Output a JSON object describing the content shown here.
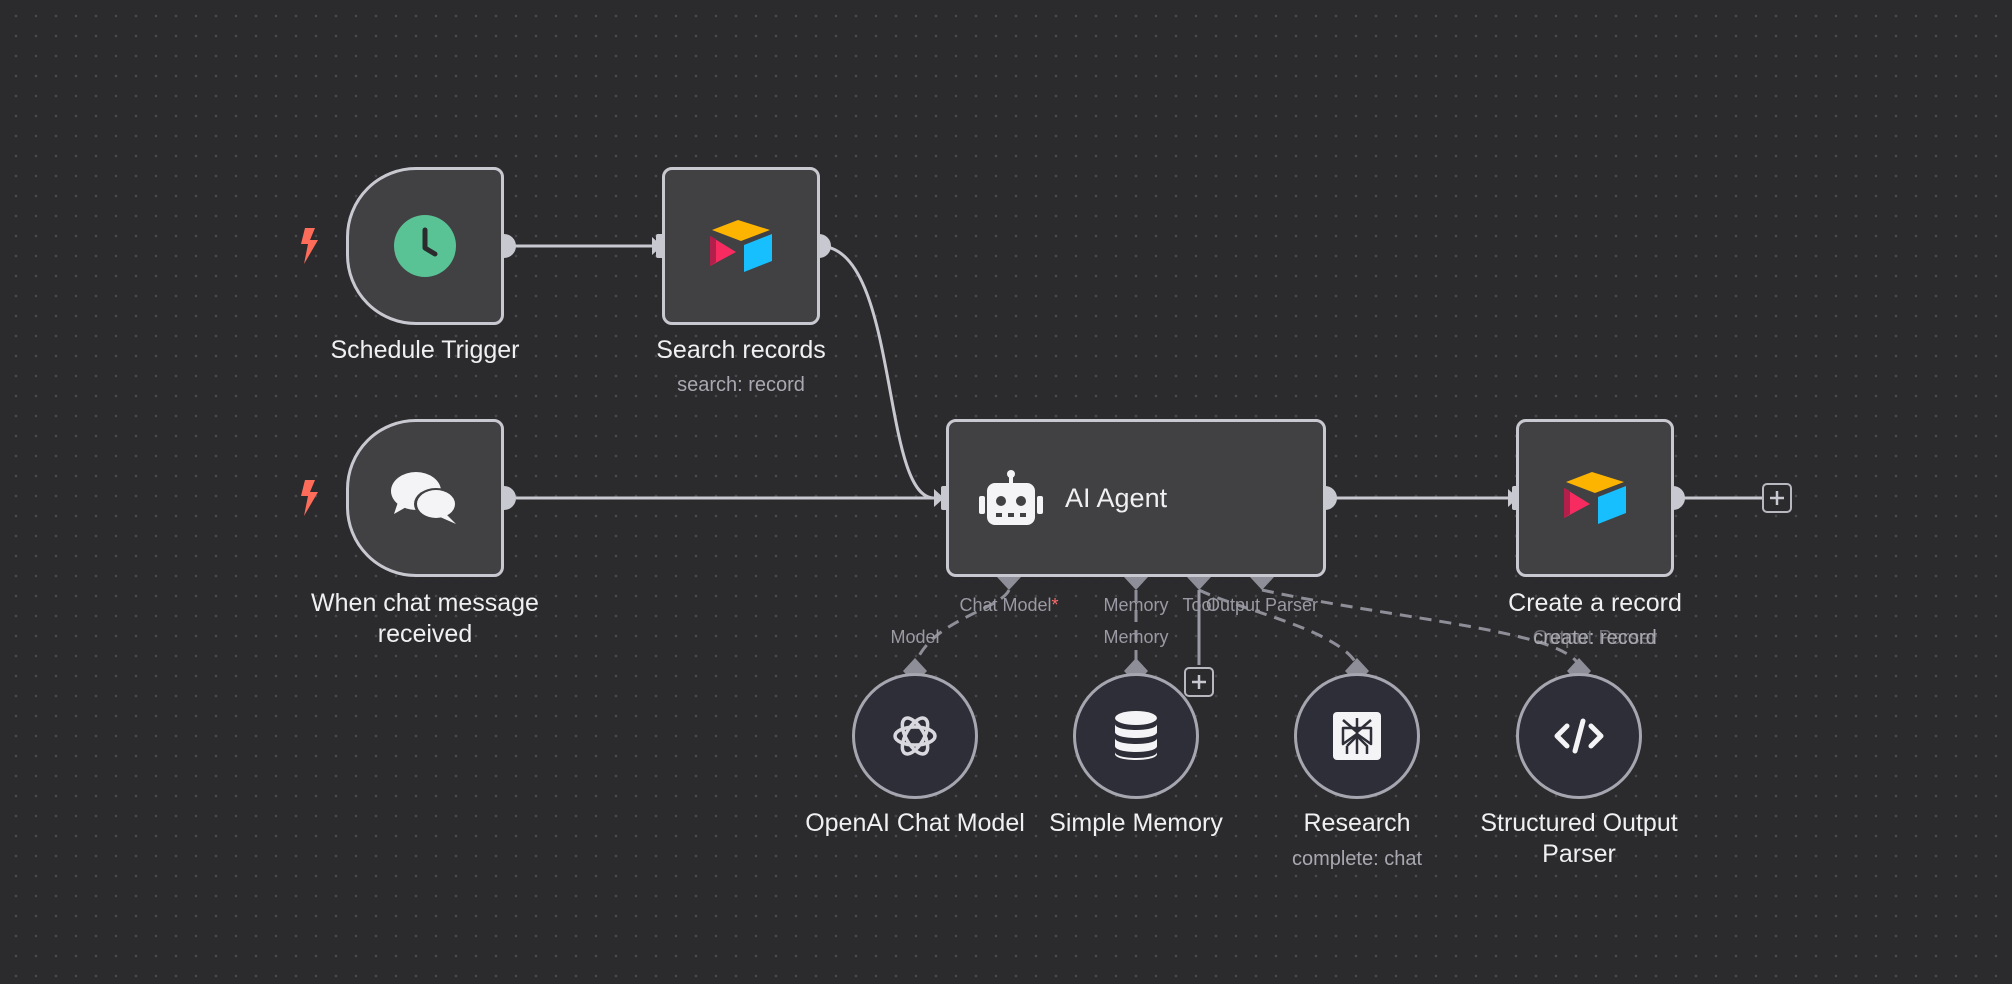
{
  "nodes": {
    "schedule_trigger": {
      "label": "Schedule Trigger"
    },
    "search_records": {
      "label": "Search records",
      "subtitle": "search: record"
    },
    "chat_trigger": {
      "label_line1": "When chat message",
      "label_line2": "received"
    },
    "ai_agent": {
      "label": "AI Agent"
    },
    "create_record": {
      "label": "Create a record",
      "subtitle": "create: record",
      "overlap_text": "Output Parser"
    },
    "openai_chat_model": {
      "label": "OpenAI Chat Model"
    },
    "simple_memory": {
      "label": "Simple Memory"
    },
    "research": {
      "label": "Research",
      "subtitle": "complete: chat"
    },
    "structured_output_parser": {
      "label_line1": "Structured Output",
      "label_line2": "Parser"
    }
  },
  "ports": {
    "chat_model": "Chat Model",
    "chat_model_required": "*",
    "memory": "Memory",
    "tool": "Tool",
    "output_parser": "Output Parser",
    "model_in": "Model",
    "memory_in": "Memory"
  },
  "colors": {
    "background": "#2b2b2d",
    "node_fill": "#414144",
    "node_border": "#c8c8d0",
    "edge": "#c8c8d0",
    "trigger_bolt": "#ff6d5a",
    "clock": "#5ac396",
    "airtable_yellow": "#fcb400",
    "airtable_blue": "#18bfff",
    "airtable_red": "#f82b60"
  },
  "icons": {
    "schedule_trigger": "clock-icon",
    "search_records": "airtable-icon",
    "chat_trigger": "chat-bubbles-icon",
    "ai_agent": "robot-icon",
    "create_record": "airtable-icon",
    "openai_chat_model": "openai-icon",
    "simple_memory": "database-icon",
    "research": "perplexity-icon",
    "structured_output_parser": "code-icon",
    "trigger": "bolt-icon",
    "add": "plus-icon"
  }
}
